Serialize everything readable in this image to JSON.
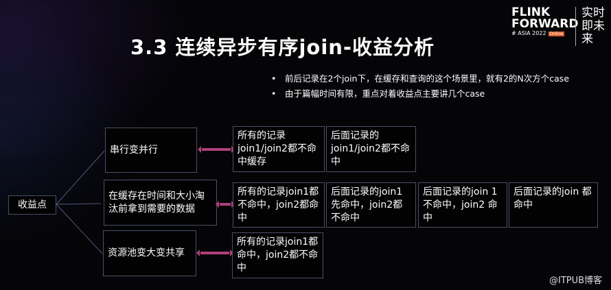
{
  "logo": {
    "line1": "FLINK",
    "line2": "FORWARD",
    "sub": "# ASIA 2022",
    "tag": "Online",
    "slogan": "实时即未来"
  },
  "title": "3.3 连续异步有序join-收益分析",
  "bullets": [
    "前后记录在2个join下，在缓存和查询的这个场景里，就有2的N次方个case",
    "由于篇幅时间有限，重点对着收益点主要讲几个case"
  ],
  "root": "收益点",
  "branches": [
    {
      "label": "串行变并行",
      "cases": [
        "所有的记录join1/join2都不命中缓存",
        "后面记录的join1/join2都不命中"
      ]
    },
    {
      "label": "在缓存在时间和大小淘汰前拿到需要的数据",
      "cases": [
        "所有的记录join1都不命中，join2都命中",
        "后面记录的join1先命中，join2都不命中",
        "后面记录的join 1不命中，join2 命中",
        "后面记录的join 都命中"
      ]
    },
    {
      "label": "资源池变大变共享",
      "cases": [
        "所有的记录join1都命中，join2都不命中"
      ]
    }
  ],
  "watermark": "@ITPUB博客",
  "colors": {
    "arrow": "#b0407a",
    "border": "#4a5068"
  }
}
